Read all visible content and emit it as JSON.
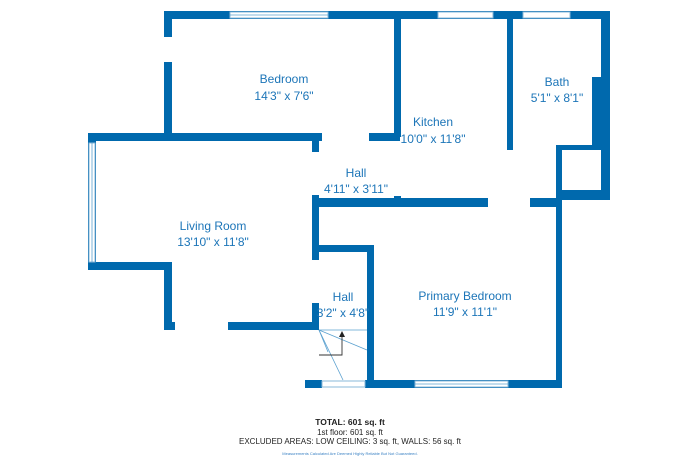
{
  "colors": {
    "wall": "#0069ad",
    "label": "#1c75b8"
  },
  "rooms": {
    "bedroom": {
      "name": "Bedroom",
      "size": "14'3\" x 7'6\""
    },
    "kitchen": {
      "name": "Kitchen",
      "size": "10'0\" x 11'8\""
    },
    "bath": {
      "name": "Bath",
      "size": "5'1\" x 8'1\""
    },
    "hall_upper": {
      "name": "Hall",
      "size": "4'11\" x 3'11\""
    },
    "living_room": {
      "name": "Living Room",
      "size": "13'10\" x 11'8\""
    },
    "hall_lower": {
      "name": "Hall",
      "size": "3'2\" x 4'8\""
    },
    "primary_bedroom": {
      "name": "Primary Bedroom",
      "size": "11'9\" x 11'1\""
    }
  },
  "summary": {
    "total": "TOTAL: 601 sq. ft",
    "floor": "1st floor: 601 sq. ft",
    "excluded": "EXCLUDED AREAS: LOW CEILING: 3 sq. ft, WALLS: 56 sq. ft",
    "disclaimer": "Measurements Calculated Are Deemed Highly Reliable But Not Guaranteed."
  }
}
